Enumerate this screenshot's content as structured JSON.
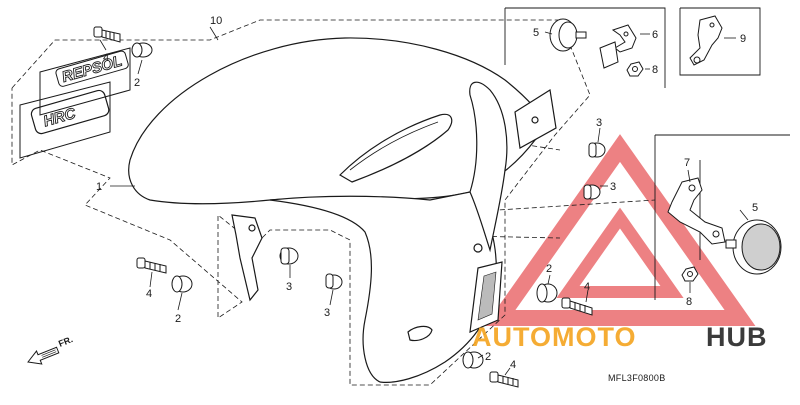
{
  "callouts": [
    {
      "id": "c10",
      "label": "10"
    },
    {
      "id": "c4a",
      "label": "4"
    },
    {
      "id": "c2a",
      "label": "2"
    },
    {
      "id": "c1",
      "label": "1"
    },
    {
      "id": "c5a",
      "label": "5"
    },
    {
      "id": "c6",
      "label": "6"
    },
    {
      "id": "c8a",
      "label": "8"
    },
    {
      "id": "c9",
      "label": "9"
    },
    {
      "id": "c3a",
      "label": "3"
    },
    {
      "id": "c3b",
      "label": "3"
    },
    {
      "id": "c7",
      "label": "7"
    },
    {
      "id": "c5b",
      "label": "5"
    },
    {
      "id": "c3c",
      "label": "3"
    },
    {
      "id": "c3d",
      "label": "3"
    },
    {
      "id": "c2b",
      "label": "2"
    },
    {
      "id": "c4b",
      "label": "4"
    },
    {
      "id": "c8b",
      "label": "8"
    },
    {
      "id": "c2c",
      "label": "2"
    },
    {
      "id": "c4c",
      "label": "4"
    },
    {
      "id": "c2d",
      "label": "2"
    },
    {
      "id": "c4d",
      "label": "4"
    }
  ],
  "direction_label": "FR.",
  "reference_code": "MFL3F0800B",
  "decals": {
    "repsol": "REPSOL",
    "hrc": "HRC"
  },
  "watermark": {
    "part1": "AUTOMOTO",
    "part2": "HUB",
    "accent_color": "#f5a623",
    "triangle_color": "#e8575a",
    "dark_color": "#2b2b2b"
  },
  "line_color": "#1a1a1a"
}
